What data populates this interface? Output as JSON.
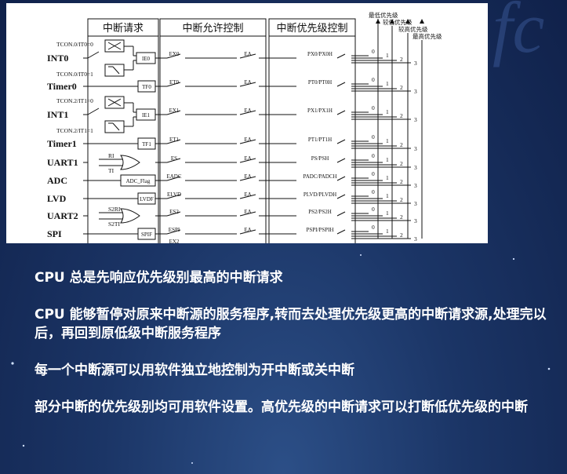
{
  "diagram": {
    "sections": [
      "中断请求",
      "中断允许控制",
      "中断优先级控制"
    ],
    "priority_legend": [
      "最低优先级",
      "较低优先级",
      "较高优先级",
      "最高优先级"
    ],
    "sources": [
      {
        "name": "INT0",
        "gate_type": "mode",
        "mode_labels": [
          "TCON.0/IT0=0",
          "TCON.0/IT0=1"
        ],
        "flag": "IE0",
        "enable": "EX0",
        "priority": "PX0/PX0H"
      },
      {
        "name": "Timer0",
        "gate_type": "flag",
        "flag": "TF0",
        "enable": "ET0",
        "priority": "PT0/PT0H"
      },
      {
        "name": "INT1",
        "gate_type": "mode",
        "mode_labels": [
          "TCON.2/IT1=0",
          "TCON.2/IT1=1"
        ],
        "flag": "IE1",
        "enable": "EX1",
        "priority": "PX1/PX1H"
      },
      {
        "name": "Timer1",
        "gate_type": "flag",
        "flag": "TF1",
        "enable": "ET1",
        "priority": "PT1/PT1H"
      },
      {
        "name": "UART1",
        "gate_type": "or",
        "or_inputs": [
          "RI",
          "TI"
        ],
        "enable": "ES",
        "priority": "PS/PSH"
      },
      {
        "name": "ADC",
        "gate_type": "flag",
        "flag": "ADC_Flag",
        "enable": "EADC",
        "priority": "PADC/PADCH"
      },
      {
        "name": "LVD",
        "gate_type": "flag",
        "flag": "LVDF",
        "enable": "ELVD",
        "priority": "PLVD/PLVDH"
      },
      {
        "name": "UART2",
        "gate_type": "or",
        "or_inputs": [
          "S2RI",
          "S2TI"
        ],
        "enable": "ES2",
        "priority": "PS2/PS2H"
      },
      {
        "name": "SPI",
        "gate_type": "flag",
        "flag": "SPIF",
        "enable": "ESPI",
        "priority": "PSPI/PSPIH"
      }
    ],
    "partial_labels": [
      "EX2"
    ],
    "global_enable": "EA",
    "level_numbers": [
      "0",
      "1",
      "2",
      "3"
    ]
  },
  "bullets": [
    "CPU 总是先响应优先级别最高的中断请求",
    "CPU 能够暂停对原来中断源的服务程序,转而去处理优先级更高的中断请求源,处理完以后，再回到原低级中断服务程序",
    "每一个中断源可以用软件独立地控制为开中断或关中断",
    "部分中断的优先级别均可用软件设置。高优先级的中断请求可以打断低优先级的中断"
  ],
  "colors": {
    "background": "#1b3566",
    "text": "#ffffff",
    "diagram_bg": "#ffffff"
  }
}
